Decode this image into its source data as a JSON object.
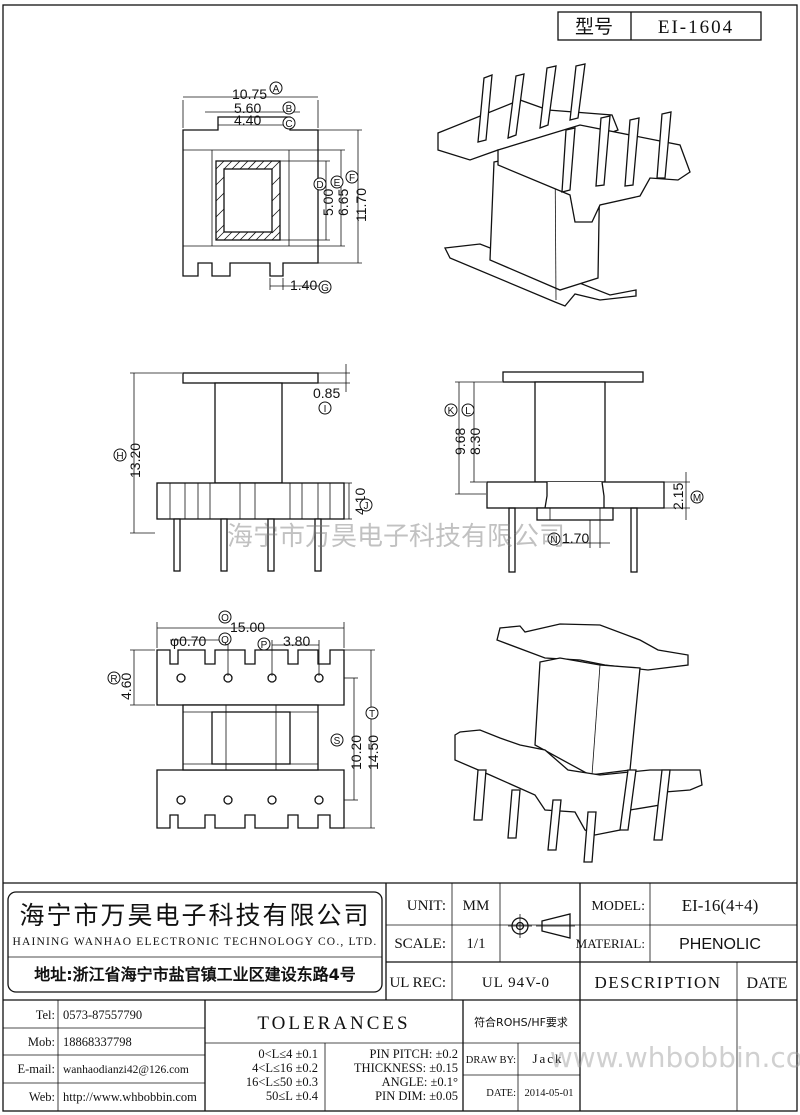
{
  "header": {
    "label": "型号",
    "part_no": "EI-1604"
  },
  "top_view": {
    "dims": [
      "10.75",
      "5.60",
      "4.40",
      "5.00",
      "6.65",
      "11.70",
      "1.40"
    ],
    "markers": [
      "A",
      "B",
      "C",
      "D",
      "E",
      "F",
      "G"
    ]
  },
  "front_view": {
    "dims": [
      "13.20",
      "0.85",
      "4.10"
    ],
    "markers": [
      "H",
      "I",
      "J"
    ]
  },
  "side_view": {
    "dims": [
      "9.68",
      "8.30",
      "2.15",
      "1.70"
    ],
    "markers": [
      "K",
      "L",
      "M",
      "N"
    ]
  },
  "bottom_view": {
    "dims": [
      "15.00",
      "φ0.70",
      "3.80",
      "4.60",
      "10.20",
      "14.50"
    ],
    "markers": [
      "O",
      "Q",
      "P",
      "R",
      "S",
      "T"
    ]
  },
  "watermark": {
    "center": "海宁市万昊电子科技有限公司",
    "corner": "www.whbobbin.com"
  },
  "company": {
    "name_cn": "海宁市万昊电子科技有限公司",
    "name_en": "HAINING WANHAO ELECTRONIC TECHNOLOGY CO., LTD.",
    "address": "地址:浙江省海宁市盐官镇工业区建设东路4号"
  },
  "spec": {
    "unit_label": "UNIT:",
    "unit_value": "MM",
    "scale_label": "SCALE:",
    "scale_value": "1/1",
    "ulrec_label": "UL REC:",
    "ulrec_value": "UL 94V-0",
    "model_label": "MODEL:",
    "model_value": "EI-16(4+4)",
    "material_label": "MATERIAL:",
    "material_value": "PHENOLIC",
    "description_label": "DESCRIPTION",
    "date_label": "DATE"
  },
  "contacts": [
    {
      "label": "Tel:",
      "value": "0573-87557790"
    },
    {
      "label": "Mob:",
      "value": "18868337798"
    },
    {
      "label": "E-mail:",
      "value": "wanhaodianzi42@126.com"
    },
    {
      "label": "Web:",
      "value": "http://www.whbobbin.com"
    }
  ],
  "tolerances": {
    "title": "TOLERANCES",
    "ranges": [
      "0<L≤4 ±0.1",
      "4<L≤16 ±0.2",
      "16<L≤50 ±0.3",
      "50≤L ±0.4"
    ],
    "specs": [
      "PIN PITCH: ±0.2",
      "THICKNESS: ±0.15",
      "ANGLE: ±0.1°",
      "PIN DIM: ±0.05"
    ]
  },
  "rohs": "符合ROHS/HF要求",
  "draw_by_label": "DRAW BY:",
  "draw_by_value": "Jack",
  "date_label": "DATE:",
  "date_value": "2014-05-01"
}
